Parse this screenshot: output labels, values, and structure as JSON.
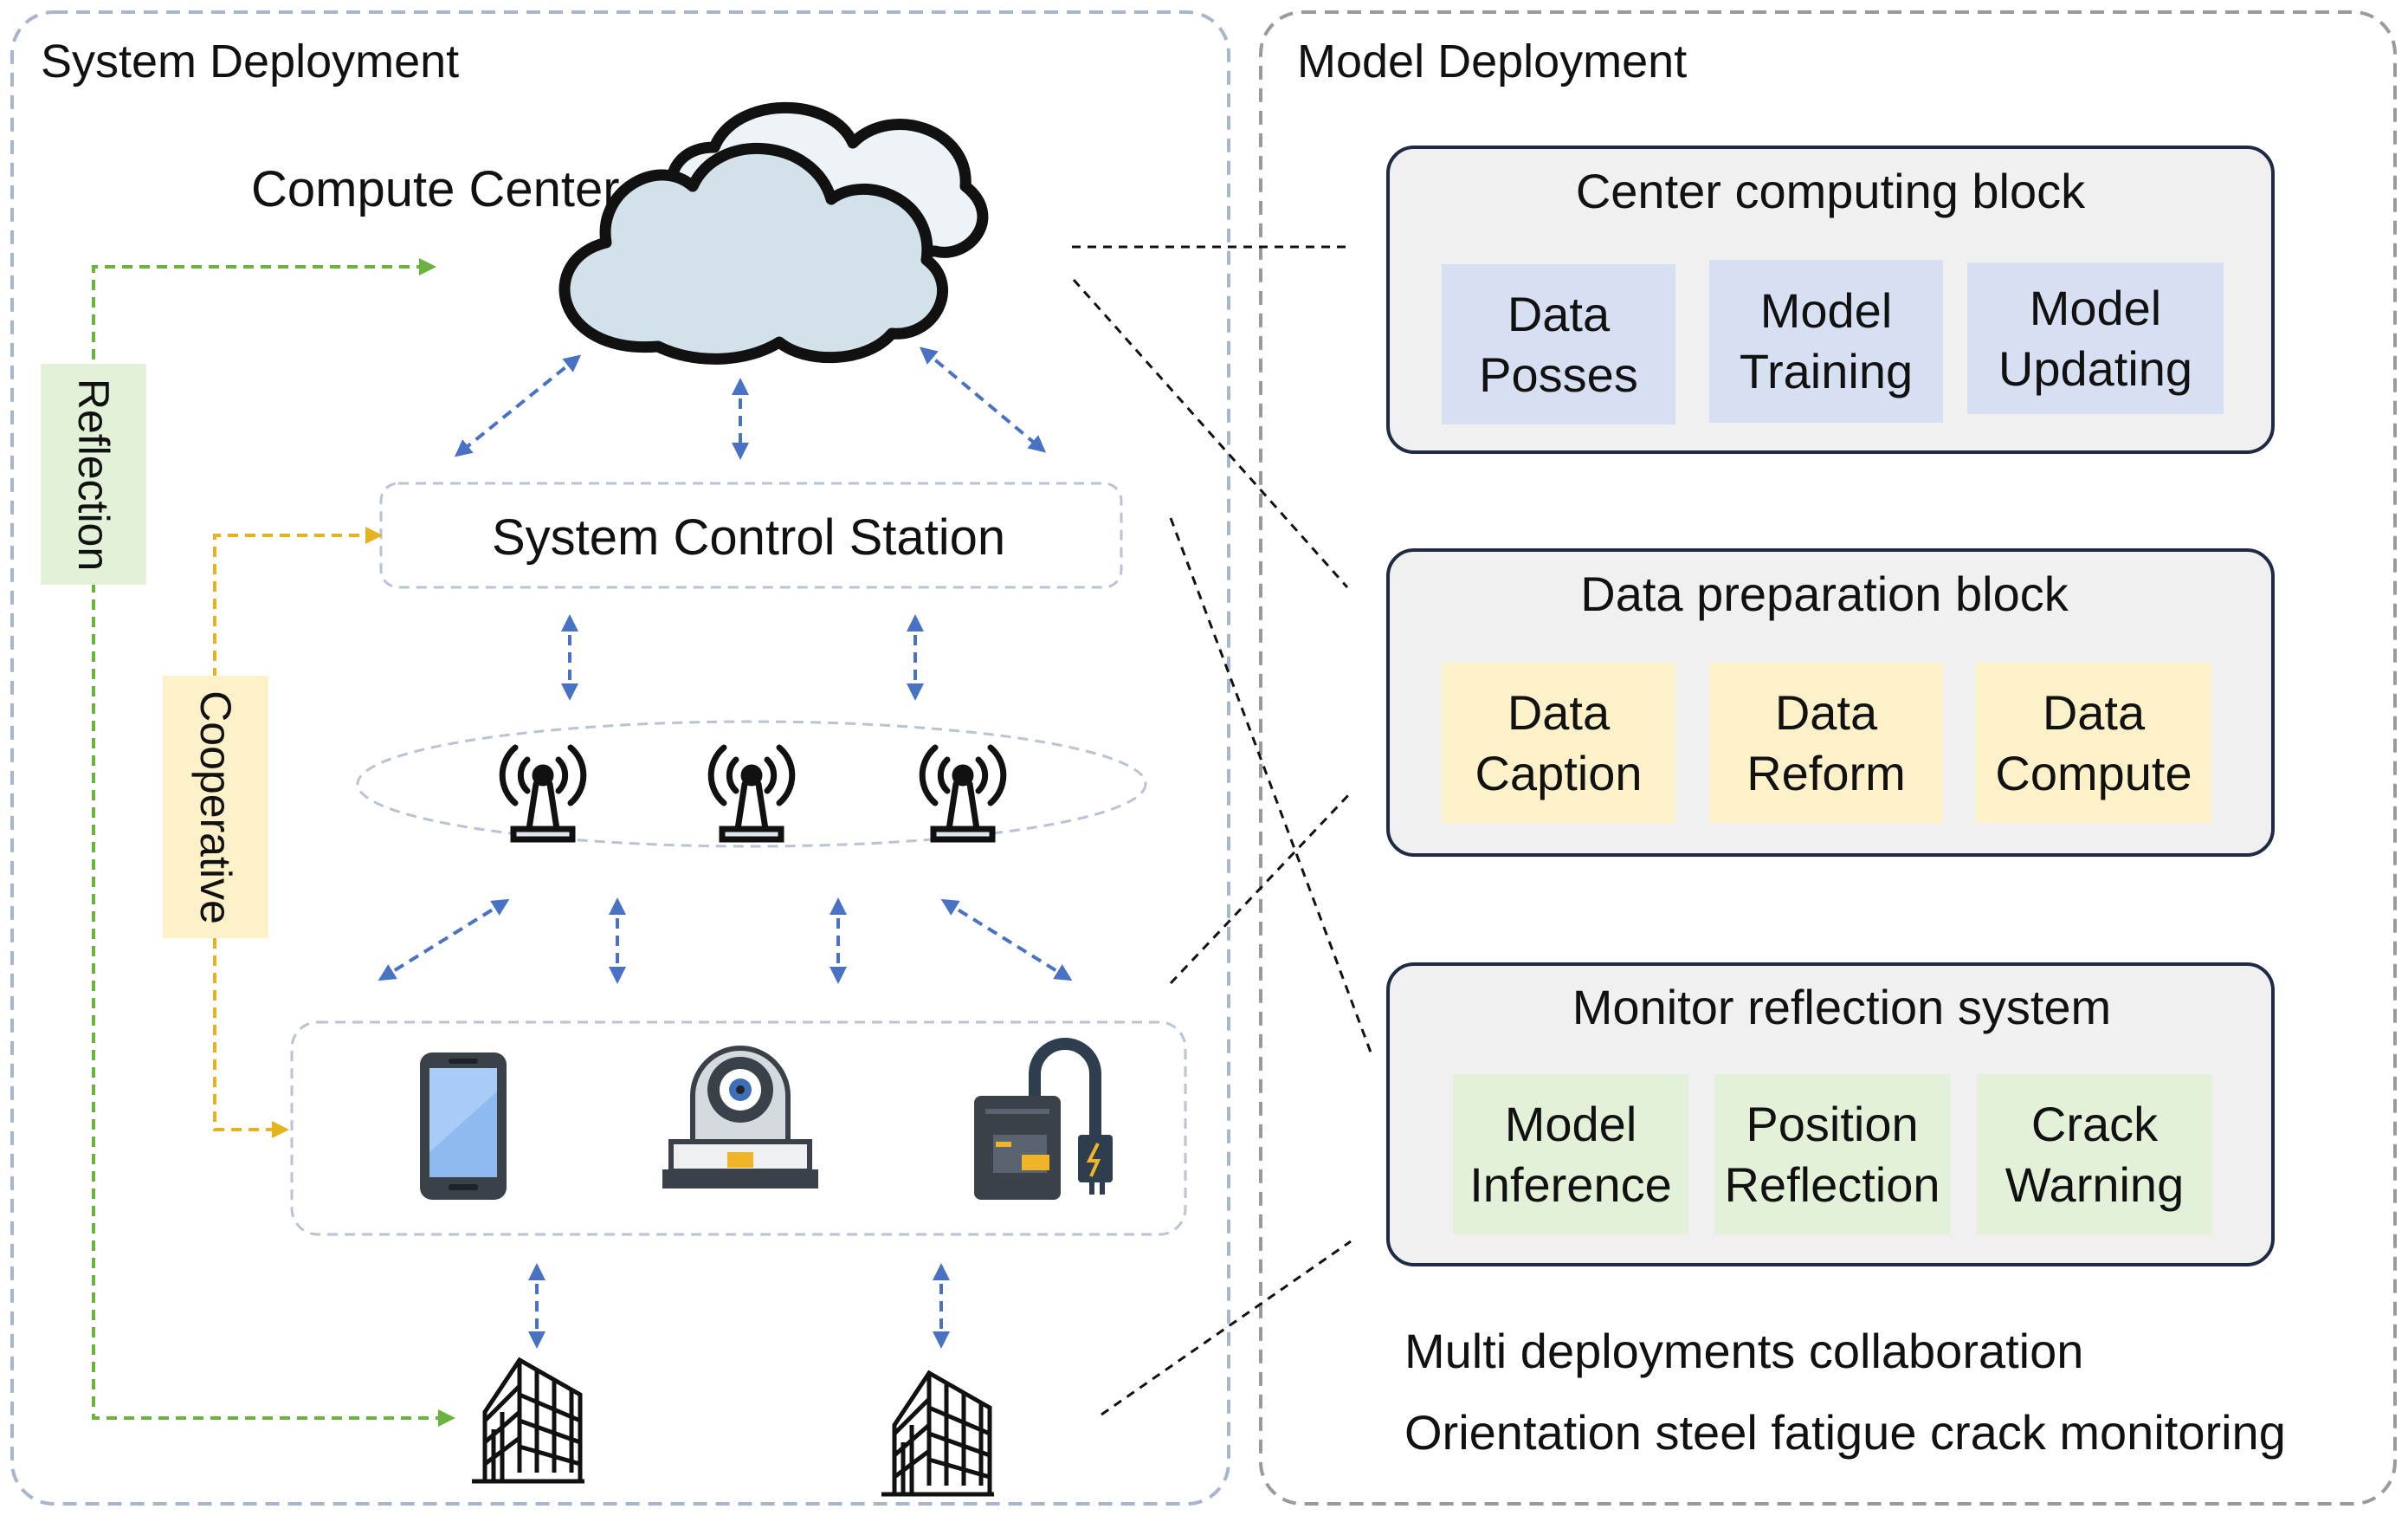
{
  "left_panel": {
    "title": "System Deployment",
    "compute_center_label": "Compute Center",
    "control_station_label": "System Control Station",
    "reflection_label": "Reflection",
    "cooperative_label": "Cooperative",
    "icons": [
      "cloud-icon",
      "antenna-icon",
      "smartphone-icon",
      "camera-icon",
      "power-unit-icon",
      "building-icon"
    ]
  },
  "right_panel": {
    "title": "Model Deployment",
    "blocks": [
      {
        "title": "Center computing block",
        "color": "#d6e0f2",
        "items": [
          "Data\nPosses",
          "Model\nTraining",
          "Model\nUpdating"
        ]
      },
      {
        "title": "Data preparation block",
        "color": "#fdf1c9",
        "items": [
          "Data\nCaption",
          "Data\nReform",
          "Data\nCompute"
        ]
      },
      {
        "title": "Monitor reflection system",
        "color": "#e3f1d9",
        "items": [
          "Model\nInference",
          "Position\nReflection",
          "Crack\nWarning"
        ]
      }
    ],
    "footer": [
      "Multi deployments collaboration",
      "Orientation steel fatigue crack monitoring"
    ]
  },
  "colors": {
    "panel_border": "#a7b6cd",
    "arrow_blue": "#4a72c4",
    "arrow_green": "#6ab33e",
    "arrow_yellow": "#e5b31e",
    "label_green_bg": "#e3f1d9",
    "label_yellow_bg": "#fdf1c9",
    "block_bg": "#f0f0f0",
    "block_border": "#1f2a44"
  }
}
